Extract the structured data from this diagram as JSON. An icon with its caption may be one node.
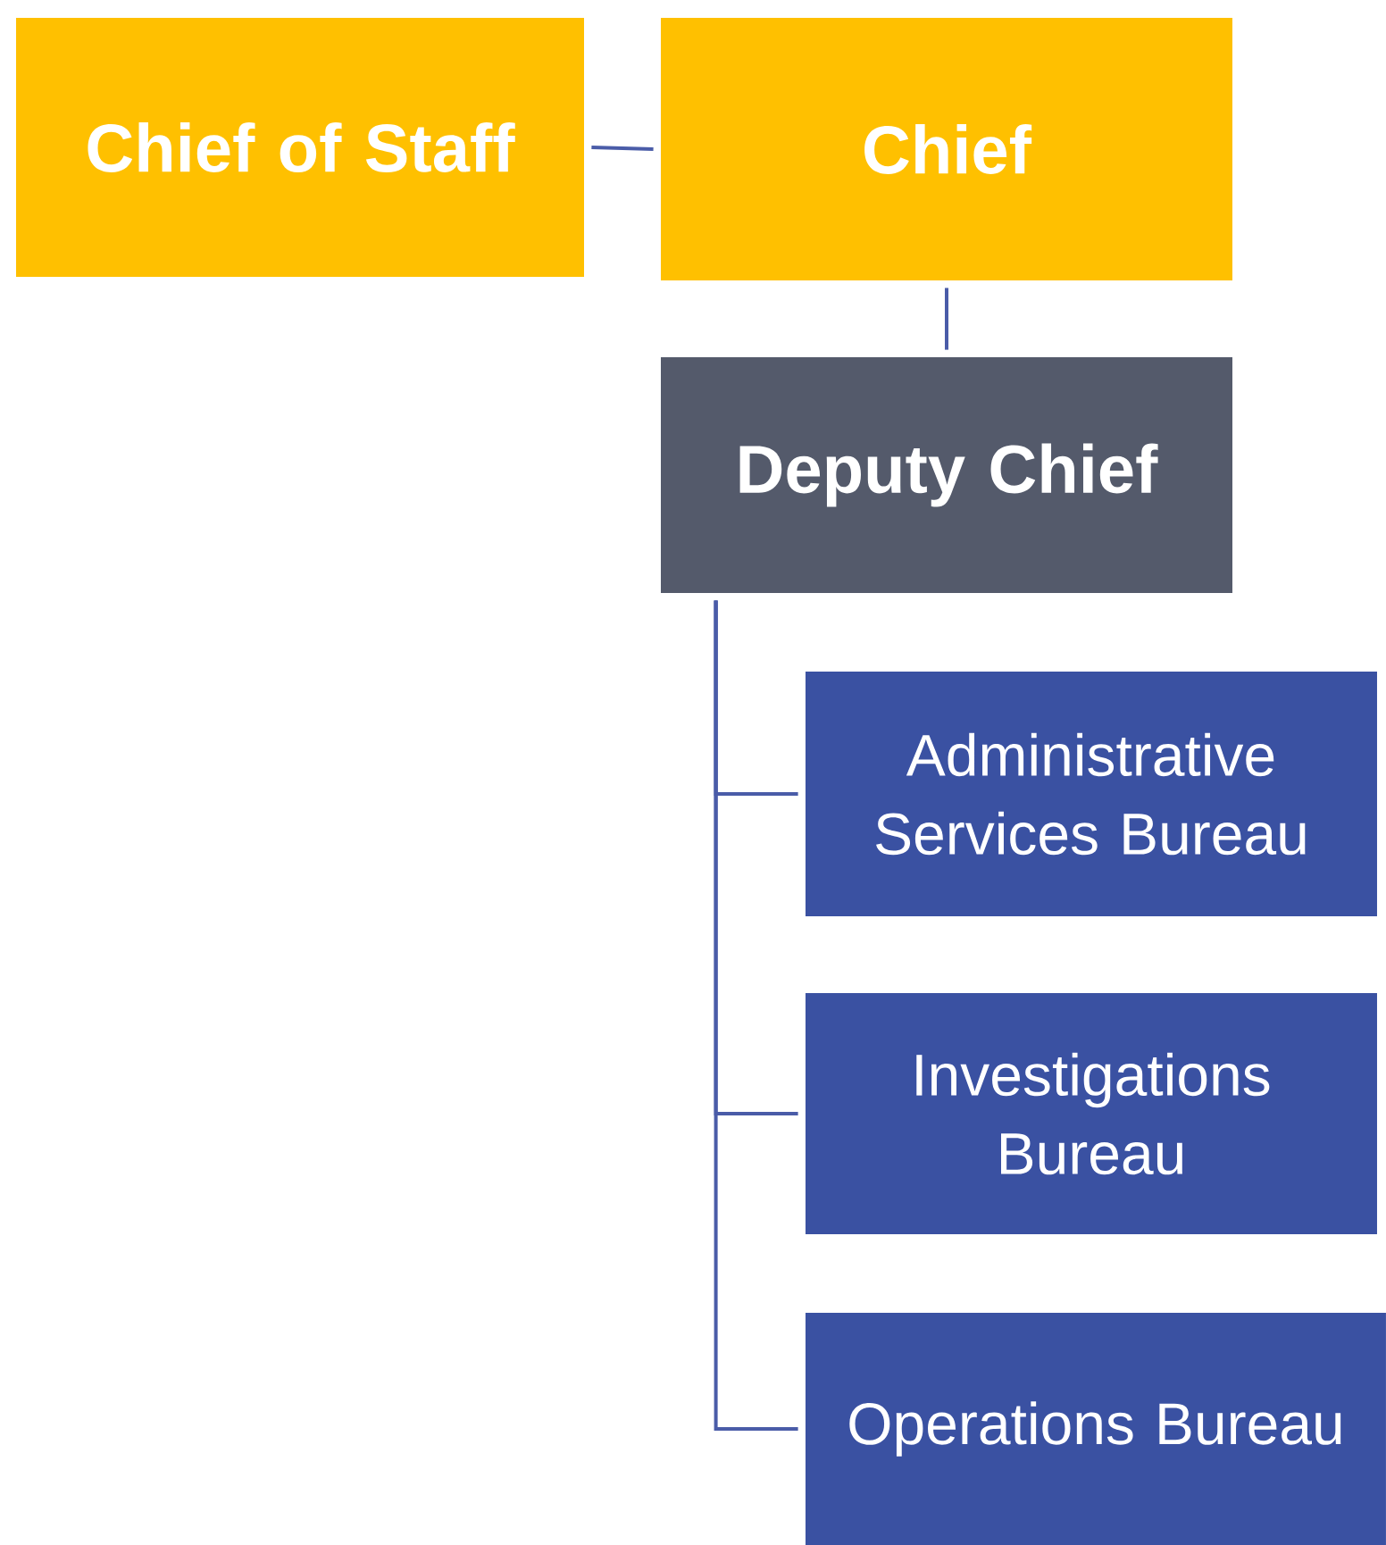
{
  "diagram": {
    "nodes": [
      {
        "text": [
          "Chief of Staff"
        ]
      },
      {
        "text": [
          "Chief"
        ]
      },
      {
        "text": [
          "Deputy Chief"
        ]
      },
      {
        "text": [
          "Administrative Services Bureau"
        ]
      },
      {
        "text": [
          "Investigations Bureau"
        ]
      },
      {
        "text": [
          "Operations Bureau"
        ]
      }
    ],
    "edges": [
      {
        "from": 0,
        "to": 1,
        "arrow": "none"
      },
      {
        "from": 1,
        "to": 2,
        "arrow": "none"
      },
      {
        "from": 2,
        "to": 3,
        "arrow": "none"
      },
      {
        "from": 2,
        "to": 4,
        "arrow": "none"
      },
      {
        "from": 2,
        "to": 5,
        "arrow": "none"
      }
    ]
  }
}
